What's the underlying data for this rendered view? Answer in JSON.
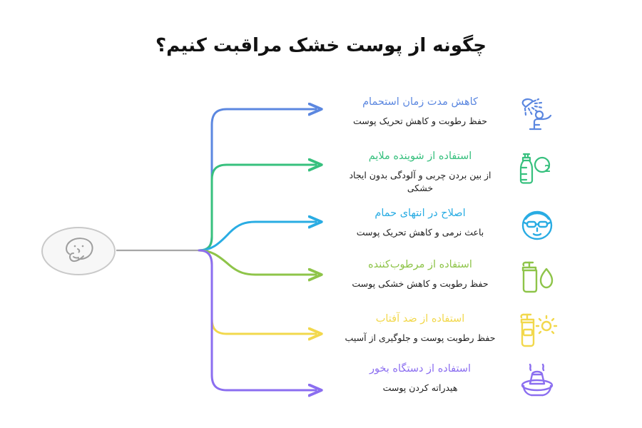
{
  "page": {
    "title": "چگونه از پوست خشک مراقبت کنیم؟",
    "background_color": "#ffffff",
    "subtitle_color": "#1e1e1e",
    "title_color": "#121212"
  },
  "center_node": {
    "icon": "thinking-face-icon",
    "label": "",
    "fill_color": "#f7f7f7",
    "stroke_color": "#c9c9c9",
    "connector_color": "#a6a6a6"
  },
  "branches": [
    {
      "id": "shorten-shower-time",
      "title": "کاهش مدت زمان استحمام",
      "subtitle": "حفظ رطوبت و کاهش تحریک پوست",
      "color": "#5b87e0",
      "icon": "shower-person-icon"
    },
    {
      "id": "gentle-cleanser",
      "title": "استفاده از شوینده ملایم",
      "subtitle": "از بین بردن چربی و آلودگی بدون ایجاد خشکی",
      "color": "#37c07e",
      "icon": "cleanser-bottle-o2-icon"
    },
    {
      "id": "shave-end-of-shower",
      "title": "اصلاح در انتهای حمام",
      "subtitle": "باعث نرمی و کاهش تحریک پوست",
      "color": "#29ace3",
      "icon": "face-goggles-icon"
    },
    {
      "id": "use-moisturizer",
      "title": "استفاده از مرطوب‌کننده",
      "subtitle": "حفظ رطوبت و کاهش خشکی پوست",
      "color": "#8ec449",
      "icon": "pump-bottle-droplet-icon"
    },
    {
      "id": "use-sunscreen",
      "title": "استفاده از ضد آفتاب",
      "subtitle": "حفظ رطوبت پوست و جلوگیری از آسیب",
      "color": "#f2d84c",
      "icon": "sunscreen-bottle-sun-icon"
    },
    {
      "id": "use-humidifier",
      "title": "استفاده از دستگاه بخور",
      "subtitle": "هیدراته کردن پوست",
      "color": "#8b6ef0",
      "icon": "humidifier-steam-icon"
    }
  ]
}
